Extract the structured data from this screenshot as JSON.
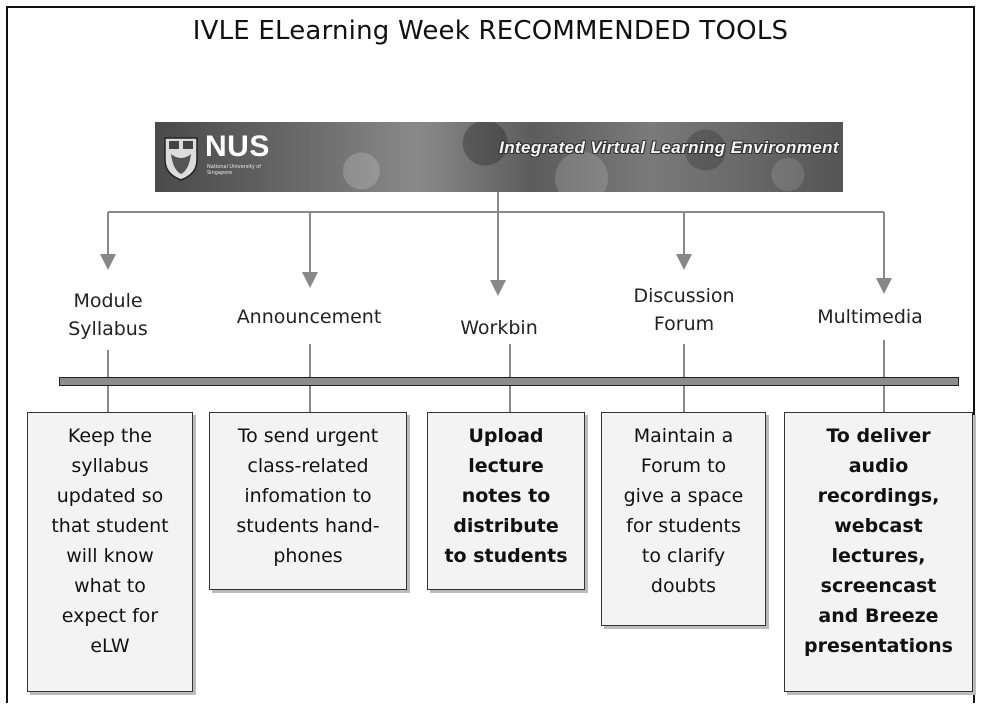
{
  "title": "IVLE ELearning Week RECOMMENDED TOOLS",
  "banner": {
    "logo_text": "NUS",
    "logo_subtitle": "National University of Singapore",
    "tagline": "Integrated Virtual Learning Environment"
  },
  "tools": [
    {
      "label": "Module\nSyllabus",
      "description": "Keep the\nsyllabus\nupdated so\nthat student\nwill know\nwhat to\nexpect for\neLW"
    },
    {
      "label": "Announcement",
      "description": "To send urgent\nclass-related\ninfomation to\nstudents hand-\nphones"
    },
    {
      "label": "Workbin",
      "description": "Upload\nlecture\nnotes to\ndistribute\nto students"
    },
    {
      "label": "Discussion\nForum",
      "description": "Maintain a\nForum to\ngive a space\nfor students\nto clarify\ndoubts"
    },
    {
      "label": "Multimedia",
      "description": "To deliver\naudio\nrecordings,\nwebcast\nlectures,\nscreencast\nand Breeze\npresentations"
    }
  ],
  "colors": {
    "bar": "#8c8c8c",
    "box_fill": "#f3f3f3",
    "connector": "#8a8a8a"
  }
}
